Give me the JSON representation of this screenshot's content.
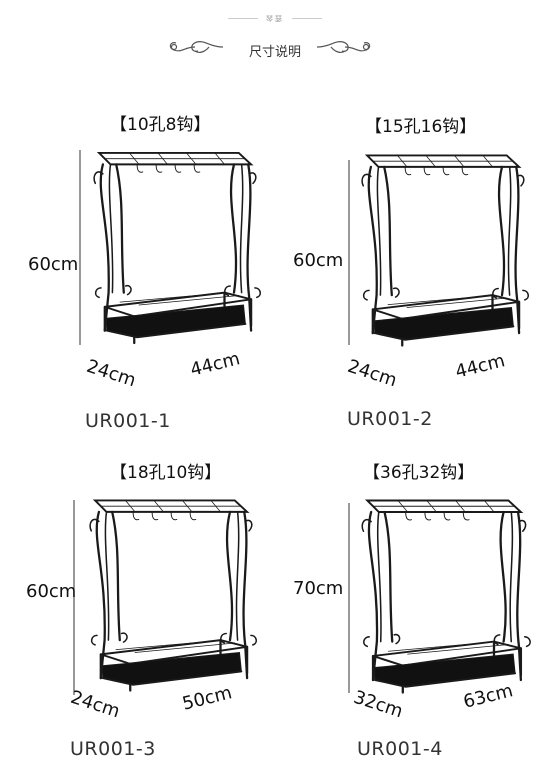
{
  "header": {
    "small_text": "琴瑟",
    "title": "尺寸说明"
  },
  "products": [
    {
      "title": "【10孔8钩】",
      "height": "60cm",
      "depth": "24cm",
      "width": "44cm",
      "model": "UR001-1"
    },
    {
      "title": "【15孔16钩】",
      "height": "60cm",
      "depth": "24cm",
      "width": "44cm",
      "model": "UR001-2"
    },
    {
      "title": "【18孔10钩】",
      "height": "60cm",
      "depth": "24cm",
      "width": "50cm",
      "model": "UR001-3"
    },
    {
      "title": "【36孔32钩】",
      "height": "70cm",
      "depth": "32cm",
      "width": "63cm",
      "model": "UR001-4"
    }
  ],
  "colors": {
    "frame": "#1a1a1a",
    "tray": "#111111",
    "text": "#111111",
    "model_text": "#333333"
  },
  "icons": [
    "swirl-ornament-icon",
    "umbrella-rack-illustration"
  ]
}
